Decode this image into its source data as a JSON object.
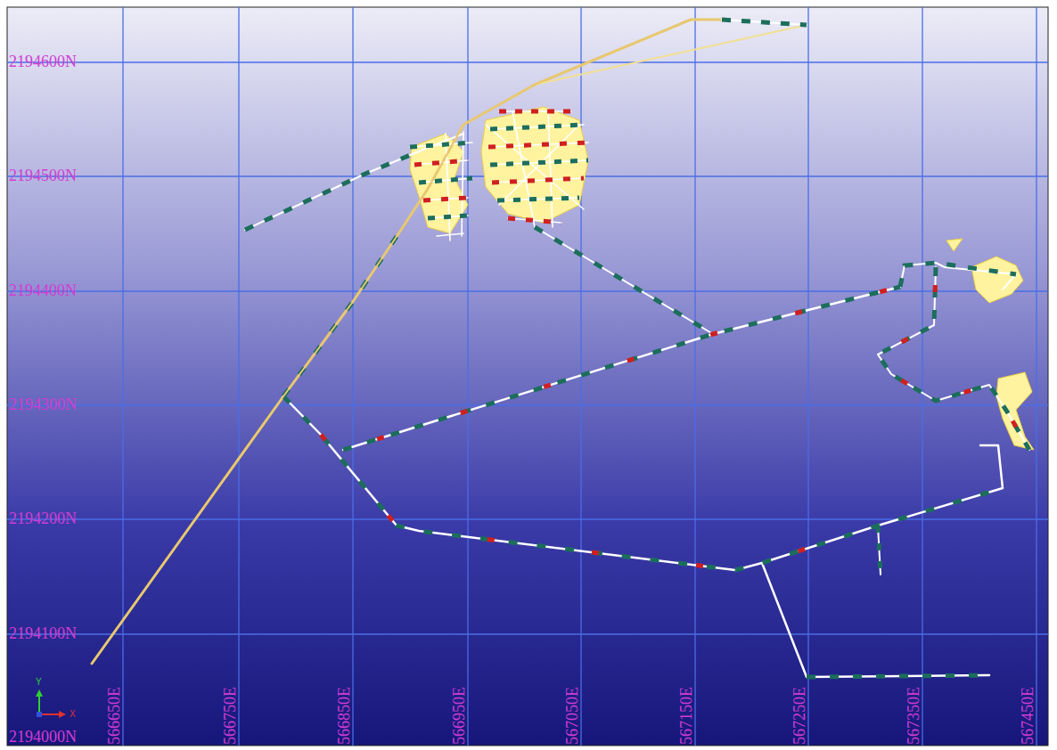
{
  "diagram": {
    "labels": [
      "2194600N",
      "2194500N",
      "2194400N",
      "2194300N",
      "2194200N",
      "2194100N",
      "2194000N",
      "566650E",
      "566750E",
      "566850E",
      "566950E",
      "567050E",
      "567150E",
      "567250E",
      "567350E",
      "567450E",
      "Y",
      "X"
    ]
  }
}
